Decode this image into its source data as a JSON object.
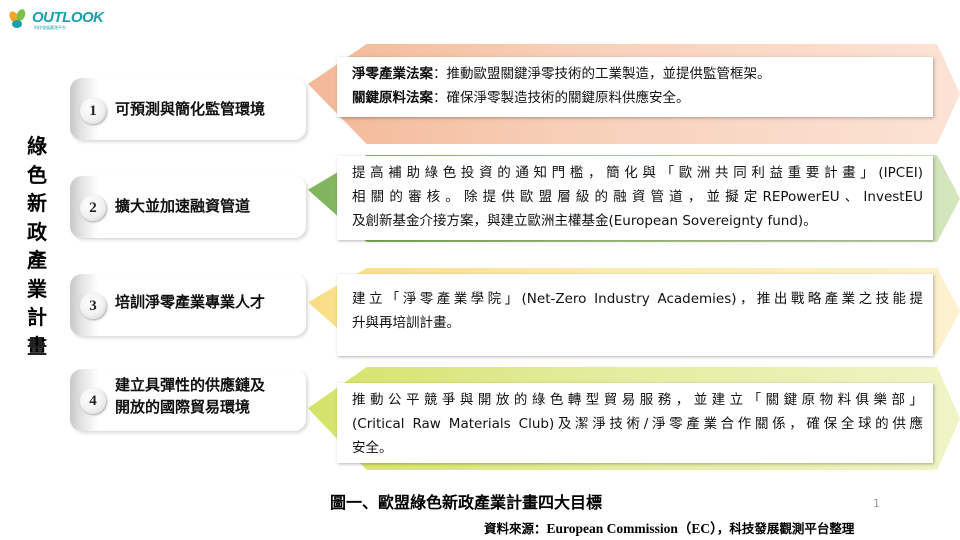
{
  "logo": {
    "word": "OUTLOOK",
    "sub": "科技發展觀測平台"
  },
  "vertical_title": [
    "綠",
    "色",
    "新",
    "政",
    "產",
    "業",
    "計",
    "畫"
  ],
  "items": [
    {
      "number": "1",
      "label_lines": [
        "可預測與簡化監管環境"
      ],
      "description": {
        "line1_bold": "淨零產業法案",
        "line1_rest": "：推動歐盟關鍵淨零技術的工業製造，並提供監管框架。",
        "line2_bold": "關鍵原料法案",
        "line2_rest": "：確保淨零製造技術的關鍵原料供應安全。"
      }
    },
    {
      "number": "2",
      "label_lines": [
        "擴大並加速融資管道"
      ],
      "description_lines": [
        "提高補助綠色投資的通知門檻，簡化與「歐洲共同利益重要計畫」(IPCEI)",
        "相關的審核。除提供歐盟層級的融資管道，並擬定REPowerEU、InvestEU",
        "及創新基金介接方案，與建立歐洲主權基金(European Sovereignty fund)。"
      ]
    },
    {
      "number": "3",
      "label_lines": [
        "培訓淨零產業專業人才"
      ],
      "description_lines": [
        "建立「淨零產業學院」(Net-Zero Industry Academies)，推出戰略產業之技能提",
        "升與再培訓計畫。"
      ]
    },
    {
      "number": "4",
      "label_lines": [
        "建立具彈性的供應鏈及",
        "開放的國際貿易環境"
      ],
      "description_lines": [
        "推動公平競爭與開放的綠色轉型貿易服務，並建立「關鍵原物料俱樂部」",
        "(Critical Raw Materials Club)及潔淨技術/淨零產業合作關係，確保全球的供應",
        "安全。"
      ]
    }
  ],
  "caption": "圖一、歐盟綠色新政產業計畫四大目標",
  "page_number": "1",
  "source": {
    "prefix": "資料來源：",
    "org": "European Commission（EC）",
    "suffix": "，科技發展觀測平台整理"
  }
}
